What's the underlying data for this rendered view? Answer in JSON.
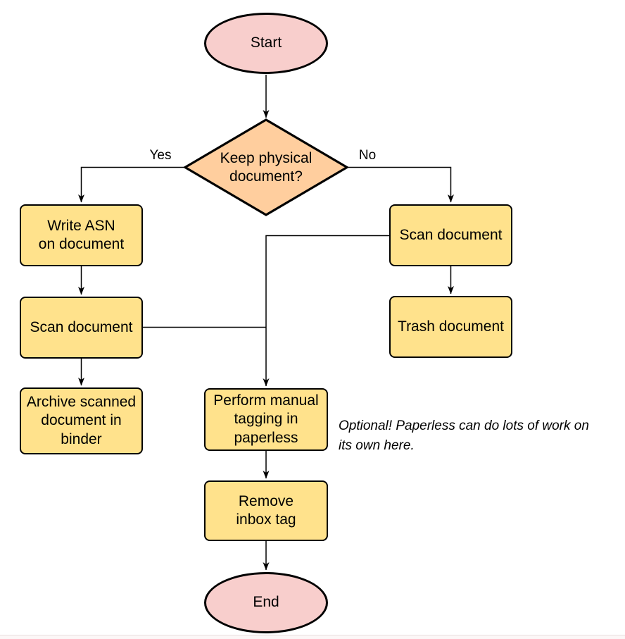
{
  "diagram_type": "flowchart",
  "colors": {
    "terminator_fill": "#f8cecc",
    "decision_fill": "#ffce9e",
    "process_fill": "#ffe28c",
    "stroke": "#000000",
    "background": "#ffffff"
  },
  "nodes": {
    "start": {
      "type": "terminator",
      "label": "Start"
    },
    "decision": {
      "type": "decision",
      "label": "Keep physical\ndocument?"
    },
    "write_asn": {
      "type": "process",
      "label": "Write ASN\non document"
    },
    "scan_left": {
      "type": "process",
      "label": "Scan document"
    },
    "archive": {
      "type": "process",
      "label": "Archive scanned\ndocument in\nbinder"
    },
    "scan_right": {
      "type": "process",
      "label": "Scan document"
    },
    "trash": {
      "type": "process",
      "label": "Trash document"
    },
    "tagging": {
      "type": "process",
      "label": "Perform manual\ntagging in\npaperless"
    },
    "remove_inbox": {
      "type": "process",
      "label": "Remove\ninbox tag"
    },
    "end": {
      "type": "terminator",
      "label": "End"
    }
  },
  "edges": [
    {
      "from": "start",
      "to": "decision",
      "label": ""
    },
    {
      "from": "decision",
      "to": "write_asn",
      "label": "Yes"
    },
    {
      "from": "decision",
      "to": "scan_right",
      "label": "No"
    },
    {
      "from": "write_asn",
      "to": "scan_left",
      "label": ""
    },
    {
      "from": "scan_left",
      "to": "archive",
      "label": ""
    },
    {
      "from": "scan_left",
      "to": "tagging",
      "label": ""
    },
    {
      "from": "scan_right",
      "to": "tagging",
      "label": ""
    },
    {
      "from": "scan_right",
      "to": "trash",
      "label": ""
    },
    {
      "from": "tagging",
      "to": "remove_inbox",
      "label": ""
    },
    {
      "from": "remove_inbox",
      "to": "end",
      "label": ""
    }
  ],
  "annotation": "Optional! Paperless can do lots of work on\nits own here."
}
